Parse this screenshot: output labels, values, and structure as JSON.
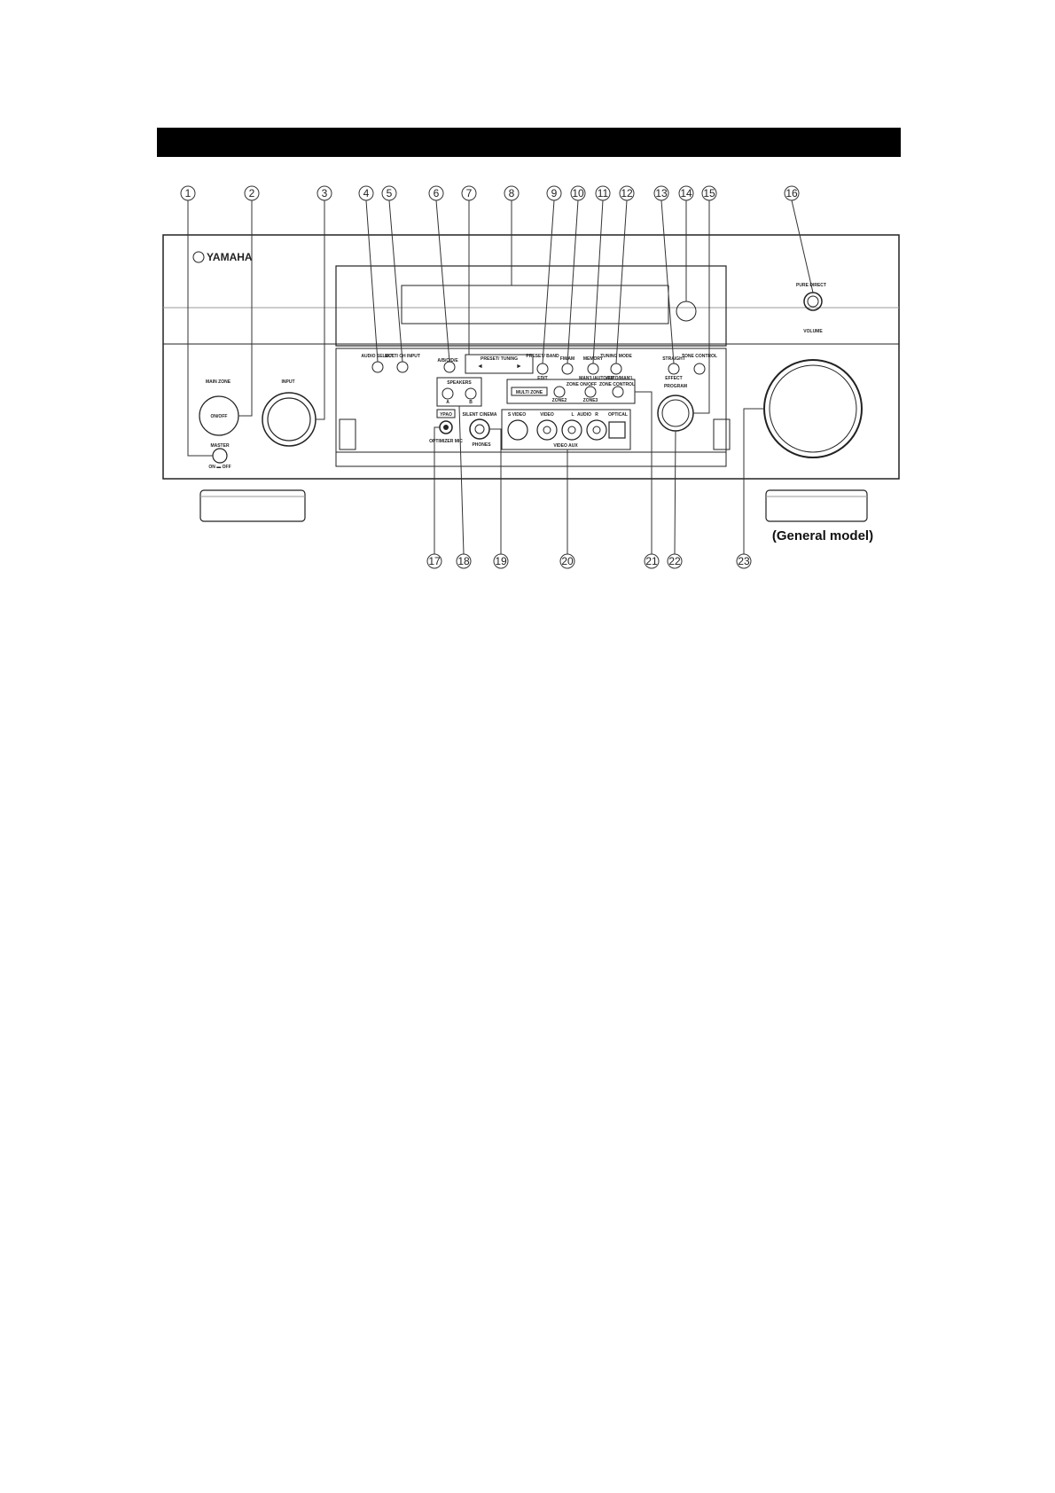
{
  "title_bar": {
    "text": ""
  },
  "logo": "YAMAHA",
  "model_note": "(General model)",
  "callouts": [
    "1",
    "2",
    "3",
    "4",
    "5",
    "6",
    "7",
    "8",
    "9",
    "10",
    "11",
    "12",
    "13",
    "14",
    "15",
    "16",
    "17",
    "18",
    "19",
    "20",
    "21",
    "22",
    "23"
  ],
  "panel_labels": {
    "main_zone": "MAIN ZONE",
    "on_off": "ON/OFF",
    "master": "MASTER",
    "master_sub": "ON ▬ OFF",
    "input": "INPUT",
    "audio_select": "AUDIO SELECT",
    "multi_ch_input": "MULTI CH INPUT",
    "ab_cde": "A/B/C/D/E",
    "preset_tuning": "PRESET/ TUNING",
    "preset_band": "PRESET/ BAND",
    "edit": "EDIT",
    "fm_am": "FM/AM",
    "memory": "MEMORY",
    "mem_sub": "MAN'L/AUTO FM",
    "tuning_mode": "TUNING MODE",
    "tuning_sub": "AUTO/MAN'L",
    "straight": "STRAIGHT",
    "effect": "EFFECT",
    "tone_control": "TONE CONTROL",
    "pure_direct": "PURE DIRECT",
    "volume": "VOLUME",
    "speakers": "SPEAKERS",
    "speaker_a": "A",
    "speaker_b": "B",
    "ypao": "YPAO",
    "optimizer_mic": "OPTIMIZER MIC",
    "silent_cinema": "SILENT CINEMA",
    "phones": "PHONES",
    "s_video": "S VIDEO",
    "video": "VIDEO",
    "l": "L",
    "audio": "AUDIO",
    "r": "R",
    "optical": "OPTICAL",
    "video_aux": "VIDEO AUX",
    "multi_zone": "MULTI ZONE",
    "zone_on_off": "ZONE ON/OFF",
    "zone_control": "ZONE CONTROL",
    "zone2": "ZONE2",
    "zone3": "ZONE3",
    "program": "PROGRAM"
  }
}
